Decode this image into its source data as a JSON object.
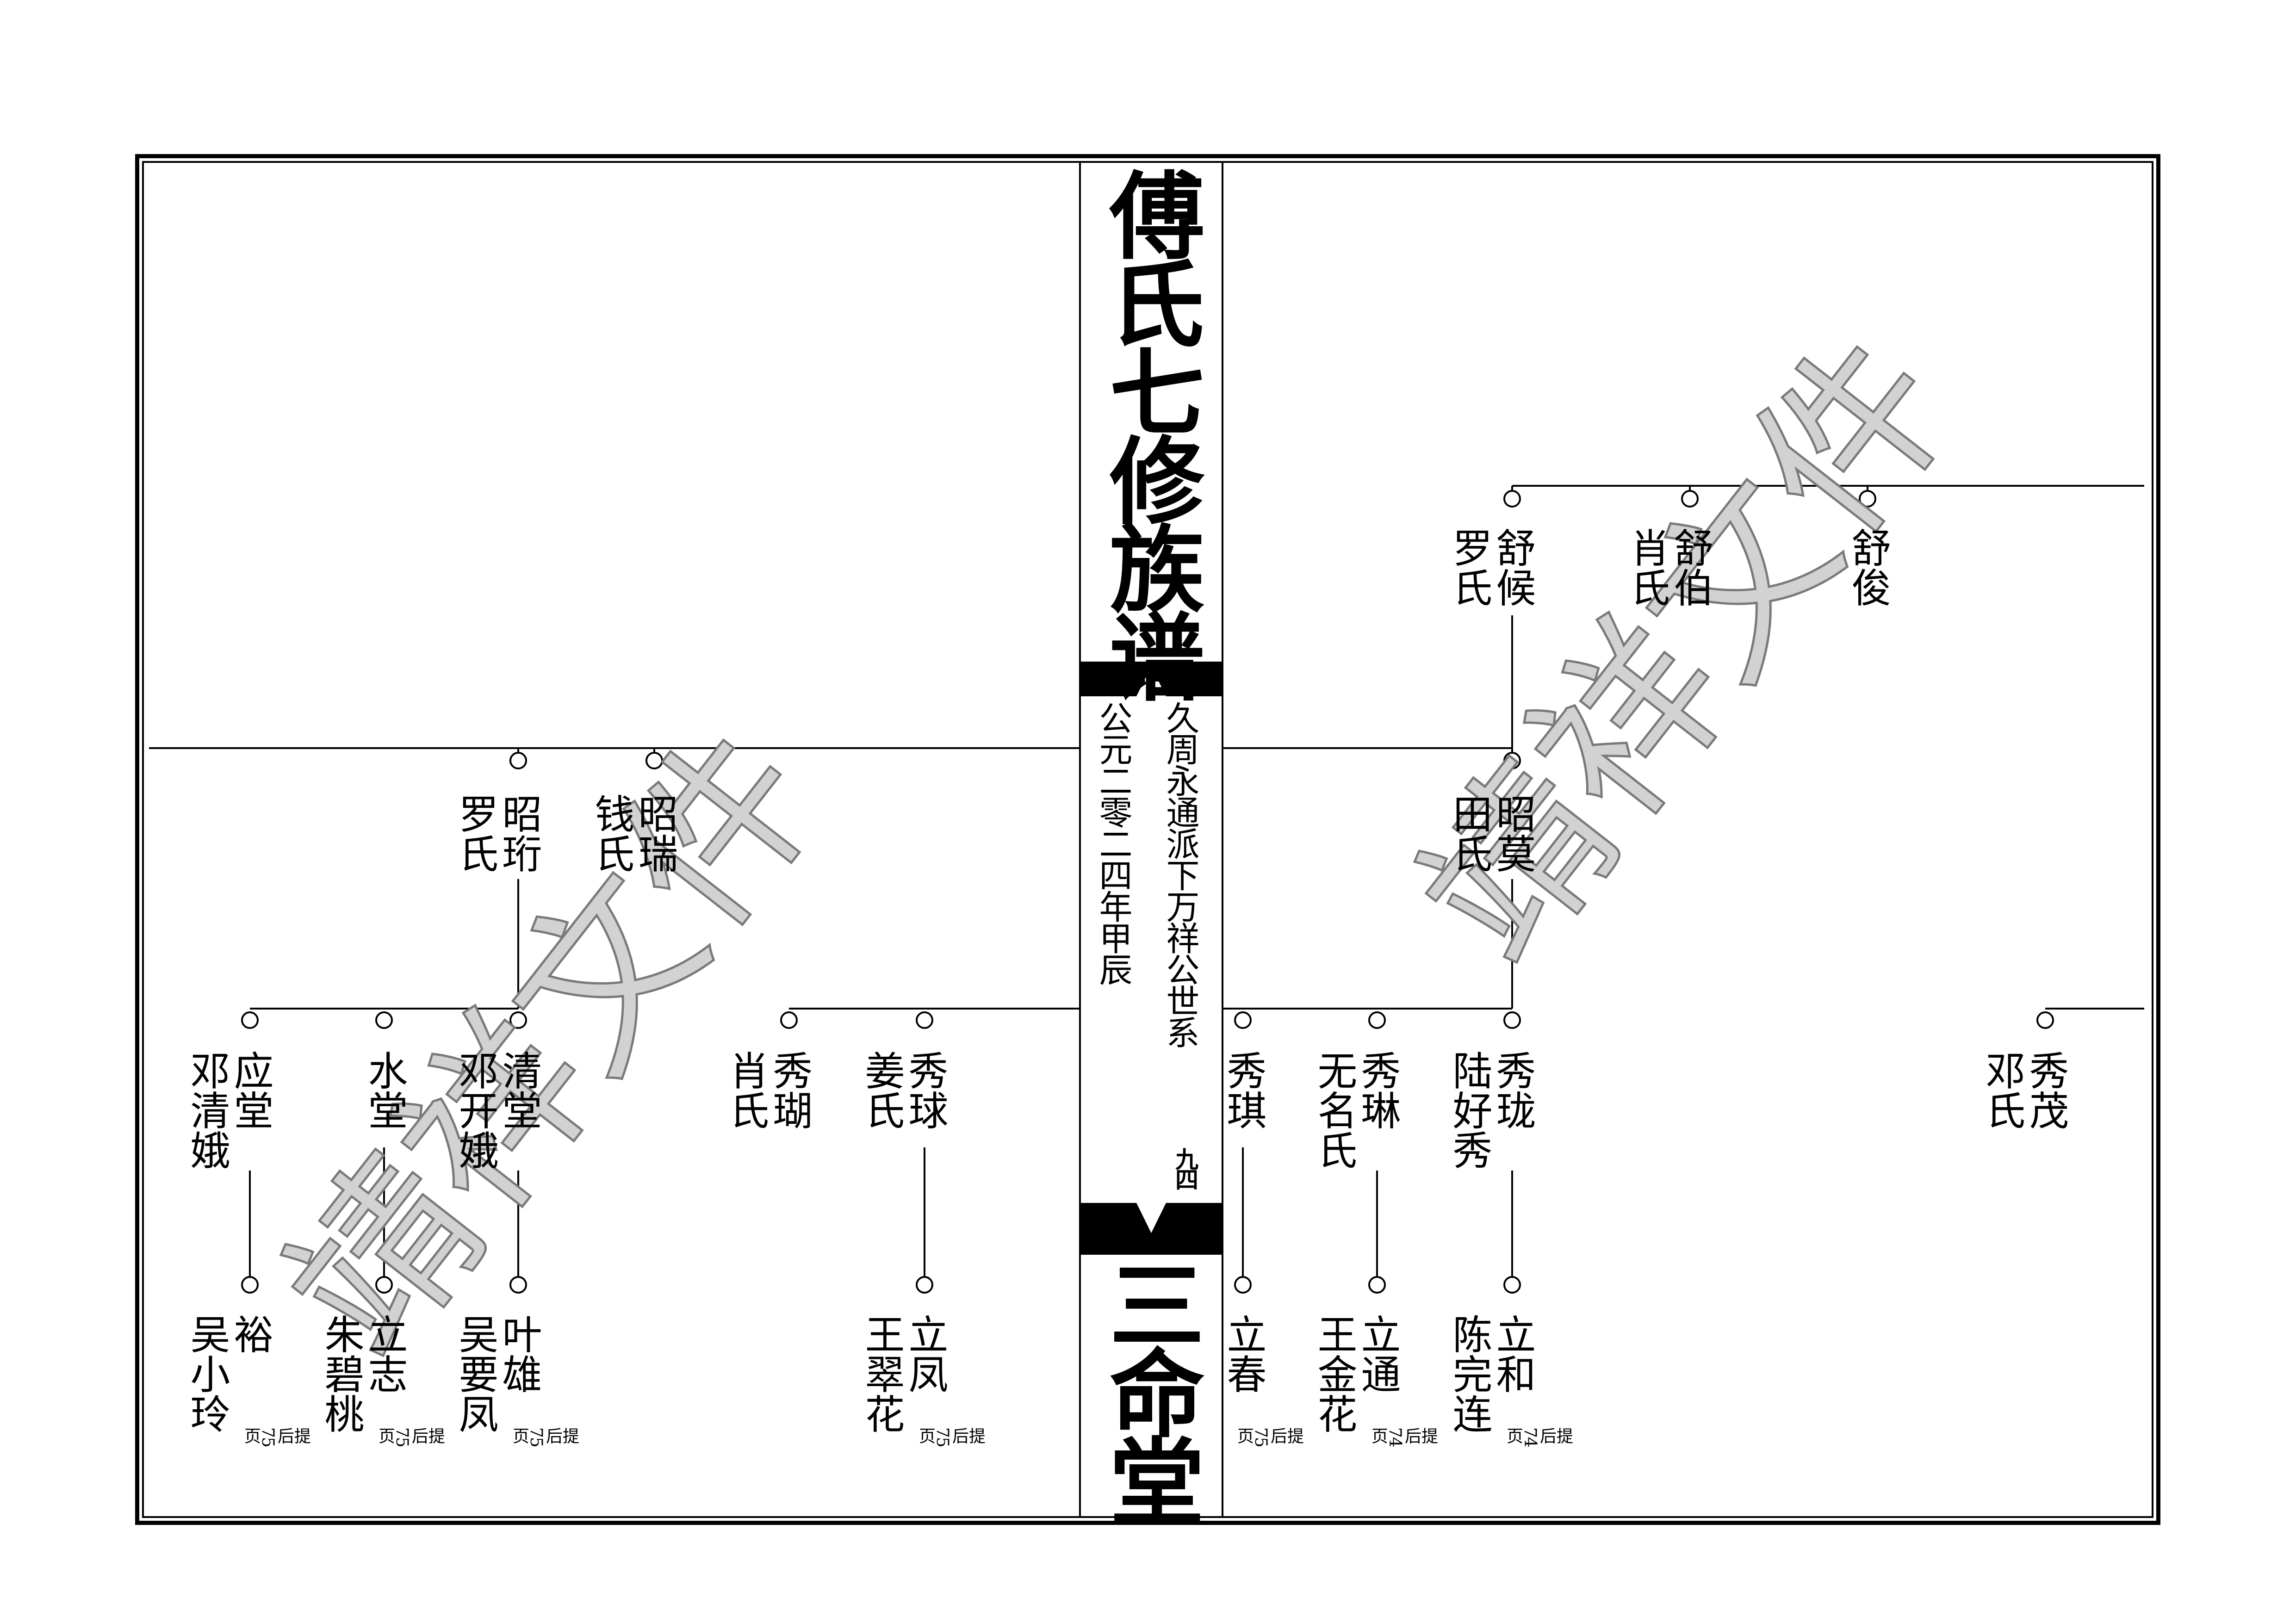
{
  "book": {
    "title": "傅氏七修族谱",
    "hall": "三命堂",
    "lineage": "久周永通派下万祥公世系",
    "year": "公元二零二四年甲辰",
    "page_number": "九四"
  },
  "watermark": "靖祥文件",
  "people": {
    "shu_hou": "舒候",
    "shu_hou_wife": "罗氏",
    "shu_bo": "舒伯",
    "shu_bo_wife": "肖氏",
    "shu_jun": "舒俊",
    "zhao_mo": "昭莫",
    "zhao_mo_wife": "田氏",
    "zhao_heng": "昭珩",
    "zhao_heng_wife": "罗氏",
    "zhao_rui": "昭瑞",
    "zhao_rui_wife": "钱氏",
    "xiu_mao": "秀茂",
    "xiu_mao_wife": "邓氏",
    "xiu_long": "秀珑",
    "xiu_long_wife": "陆好秀",
    "xiu_lin": "秀琳",
    "xiu_lin_wife": "无名氏",
    "xiu_qi": "秀琪",
    "xiu_qiu": "秀球",
    "xiu_qiu_wife": "姜氏",
    "xiu_hu": "秀瑚",
    "xiu_hu_wife": "肖氏",
    "qing_tang": "清堂",
    "qing_tang_wife": "邓开娥",
    "shui_tang": "水堂",
    "ying_tang": "应堂",
    "ying_tang_wife": "邓清娥",
    "li_he": "立和",
    "li_he_wife": "陈完连",
    "li_tong": "立通",
    "li_tong_wife": "王金花",
    "li_chun": "立春",
    "li_feng": "立凤",
    "li_feng_wife": "王翠花",
    "ye_xiong": "叶雄",
    "ye_xiong_wife": "吴要凤",
    "li_zhi": "立志",
    "li_zhi_wife": "朱碧桃",
    "yu": "裕",
    "yu_wife": "吴小玲"
  },
  "notes": {
    "li_he": {
      "verb": "提",
      "dir": "后",
      "num": "74",
      "unit": "页"
    },
    "li_tong": {
      "verb": "提",
      "dir": "后",
      "num": "74",
      "unit": "页"
    },
    "li_chun": {
      "verb": "提",
      "dir": "后",
      "num": "75",
      "unit": "页"
    },
    "li_feng": {
      "verb": "提",
      "dir": "后",
      "num": "75",
      "unit": "页"
    },
    "ye_xiong": {
      "verb": "提",
      "dir": "后",
      "num": "75",
      "unit": "页"
    },
    "li_zhi": {
      "verb": "提",
      "dir": "后",
      "num": "75",
      "unit": "页"
    },
    "yu": {
      "verb": "提",
      "dir": "后",
      "num": "75",
      "unit": "页"
    }
  }
}
